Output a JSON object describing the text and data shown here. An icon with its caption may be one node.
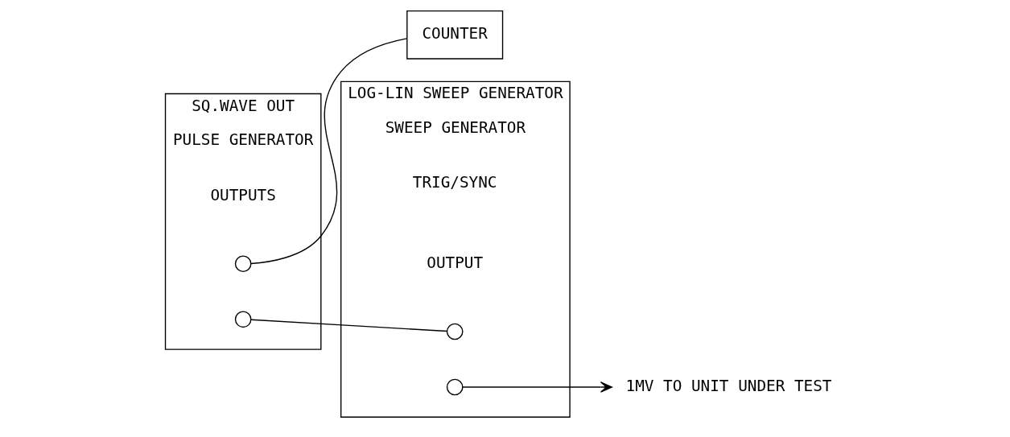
{
  "diagram": {
    "nodes": [
      {
        "text": [
          "PULSE GENERATOR"
        ],
        "beside": [
          "SQ.WAVE OUT"
        ]
      },
      {
        "text": [],
        "shape": "circle",
        "in": 0
      },
      {
        "text": [],
        "shape": "circle",
        "in": 0
      },
      {
        "text": [
          "SWEEP GENERATOR"
        ],
        "beside": [
          "LOG-LIN SWEEP GENERATOR"
        ]
      },
      {
        "text": [],
        "shape": "circle",
        "in": 3
      },
      {
        "text": [],
        "shape": "circle",
        "in": 3
      },
      {
        "text": [
          "COUNTER"
        ]
      },
      {
        "text": [
          "1MV TO UNIT UNDER TEST"
        ]
      }
    ],
    "edges": [
      {
        "from": 1,
        "to": 6,
        "arrow": "none"
      },
      {
        "from": 2,
        "to": 4,
        "arrow": "none"
      },
      {
        "from": 5,
        "to": 7,
        "arrow": "to"
      }
    ],
    "labels": [
      "OUTPUTS",
      "TRIG/SYNC",
      "OUTPUT"
    ]
  }
}
